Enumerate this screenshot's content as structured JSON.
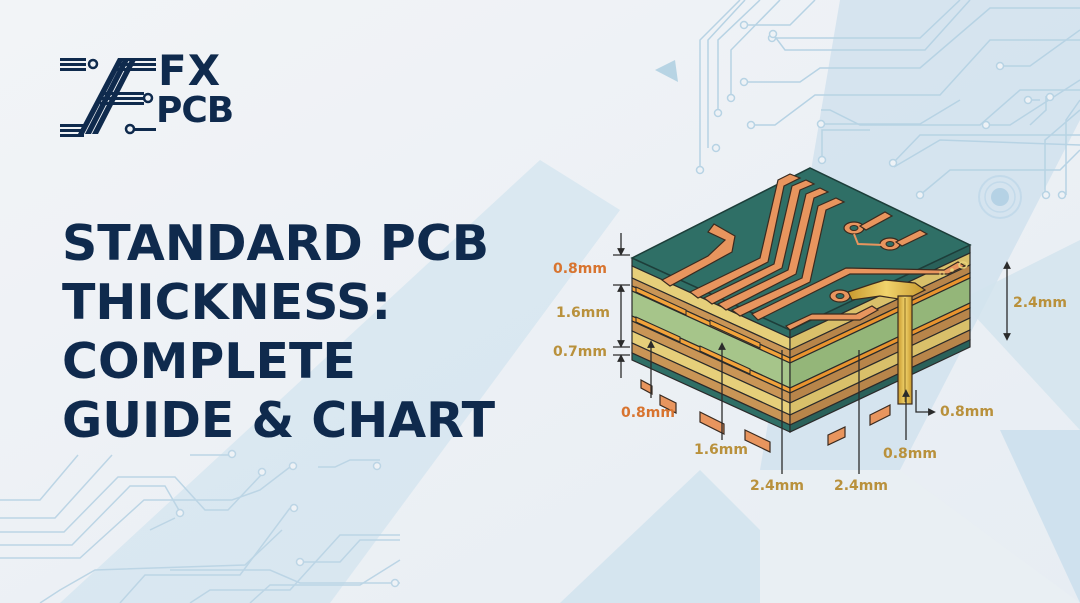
{
  "logo": {
    "line1": "FX",
    "line2": "PCB"
  },
  "title": {
    "lines": [
      "STANDARD PCB",
      "THICKNESS:",
      "COMPLETE",
      "GUIDE & CHART"
    ]
  },
  "diagram": {
    "left_labels": {
      "top_layer": "0.8mm",
      "core": "1.6mm",
      "bottom_layer": "0.7mm"
    },
    "right_label": "2.4mm",
    "bottom_labels": {
      "a": "0.8mm",
      "b": "1.6mm",
      "c": "2.4mm",
      "d": "2.4mm",
      "e": "0.8mm",
      "f": "0.8mm"
    },
    "colors": {
      "navy": "#0f2a4d",
      "orange_label": "#d8742f",
      "gold_label": "#b9913c",
      "soldermask": "#2f6f66",
      "copper": "#e8955e",
      "gold_pad": "#d9b646",
      "fr4_light": "#a6c58a",
      "prepreg": "#c99556",
      "trace_bg": "#b9d6e6"
    }
  }
}
